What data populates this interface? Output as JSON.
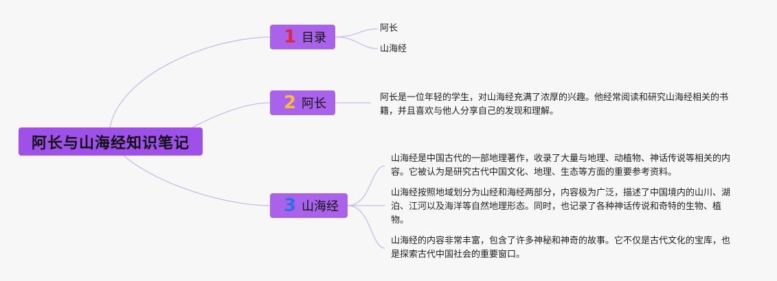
{
  "root": {
    "title": "阿长与山海经知识笔记"
  },
  "branches": [
    {
      "num": "1",
      "num_color": "#e0263e",
      "label": "目录",
      "leaves": [
        "阿长",
        "山海经"
      ]
    },
    {
      "num": "2",
      "num_color": "#f5bf3c",
      "label": "阿长",
      "paragraphs": [
        "阿长是一位年轻的学生，对山海经充满了浓厚的兴趣。他经常阅读和研究山海经相关的书籍，并且喜欢与他人分享自己的发现和理解。"
      ]
    },
    {
      "num": "3",
      "num_color": "#2f6fe6",
      "label": "山海经",
      "paragraphs": [
        "山海经是中国古代的一部地理著作，收录了大量与地理、动植物、神话传说等相关的内容。它被认为是研究古代中国文化、地理、生态等方面的重要参考资料。",
        "山海经按照地域划分为山经和海经两部分，内容极为广泛，描述了中国境内的山川、湖泊、江河以及海洋等自然地理形态。同时，也记录了各种神话传说和奇特的生物、植物。",
        "山海经的内容非常丰富，包含了许多神秘和神奇的故事。它不仅是古代文化的宝库，也是探索古代中国社会的重要窗口。"
      ]
    }
  ],
  "colors": {
    "link": "#c9b9ec",
    "root_fill": "#9f50e8",
    "branch_fill": "#ab62ea"
  }
}
